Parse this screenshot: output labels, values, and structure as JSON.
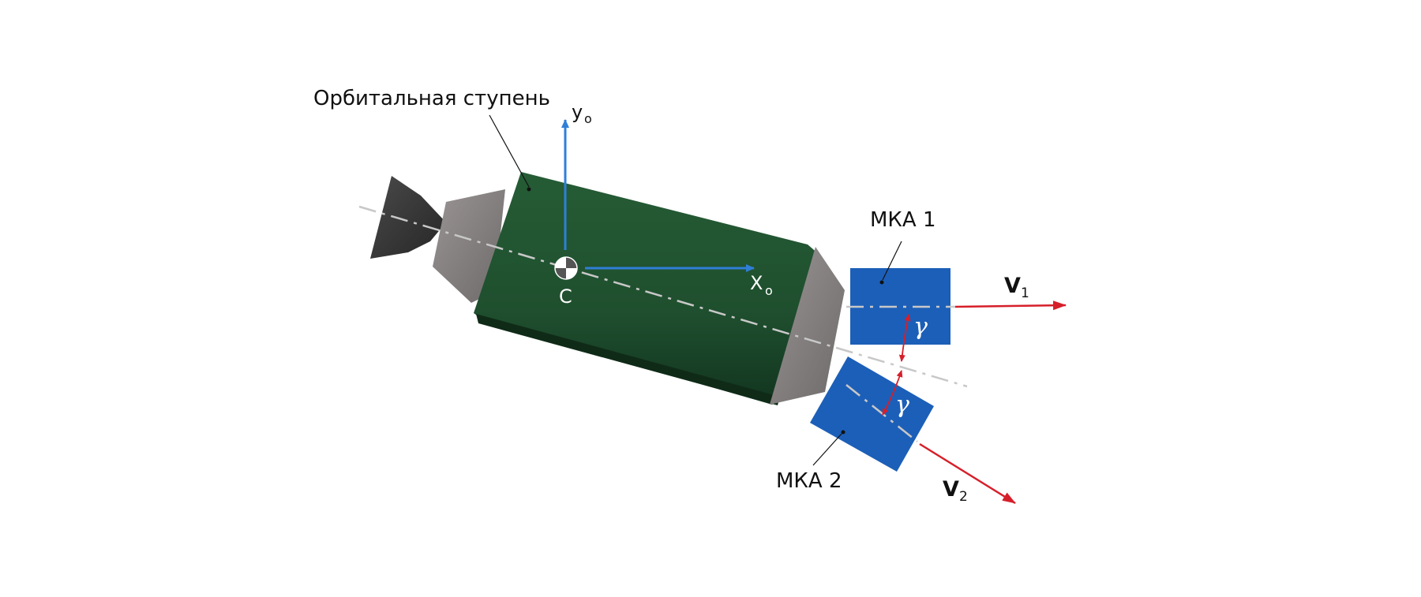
{
  "labels": {
    "stage": "Орбитальная ступень",
    "mka1": "МКА 1",
    "mka2": "МКА 2",
    "center": "C",
    "axis_x": "X",
    "axis_x_sub": "o",
    "axis_y": "y",
    "axis_y_sub": "o",
    "v1": "V",
    "v1_sub": "1",
    "v2": "V",
    "v2_sub": "2",
    "gamma1": "γ",
    "gamma2": "γ"
  },
  "colors": {
    "stage_body": "#1f4f2e",
    "stage_body_dark": "#163b22",
    "nozzle": "#3a3a3a",
    "adapter_gray": "#8a8585",
    "satellite": "#1c5fb8",
    "axis_blue": "#2f7fd8",
    "velocity_red": "#d61f2a",
    "centerline": "#c8c8c8"
  }
}
